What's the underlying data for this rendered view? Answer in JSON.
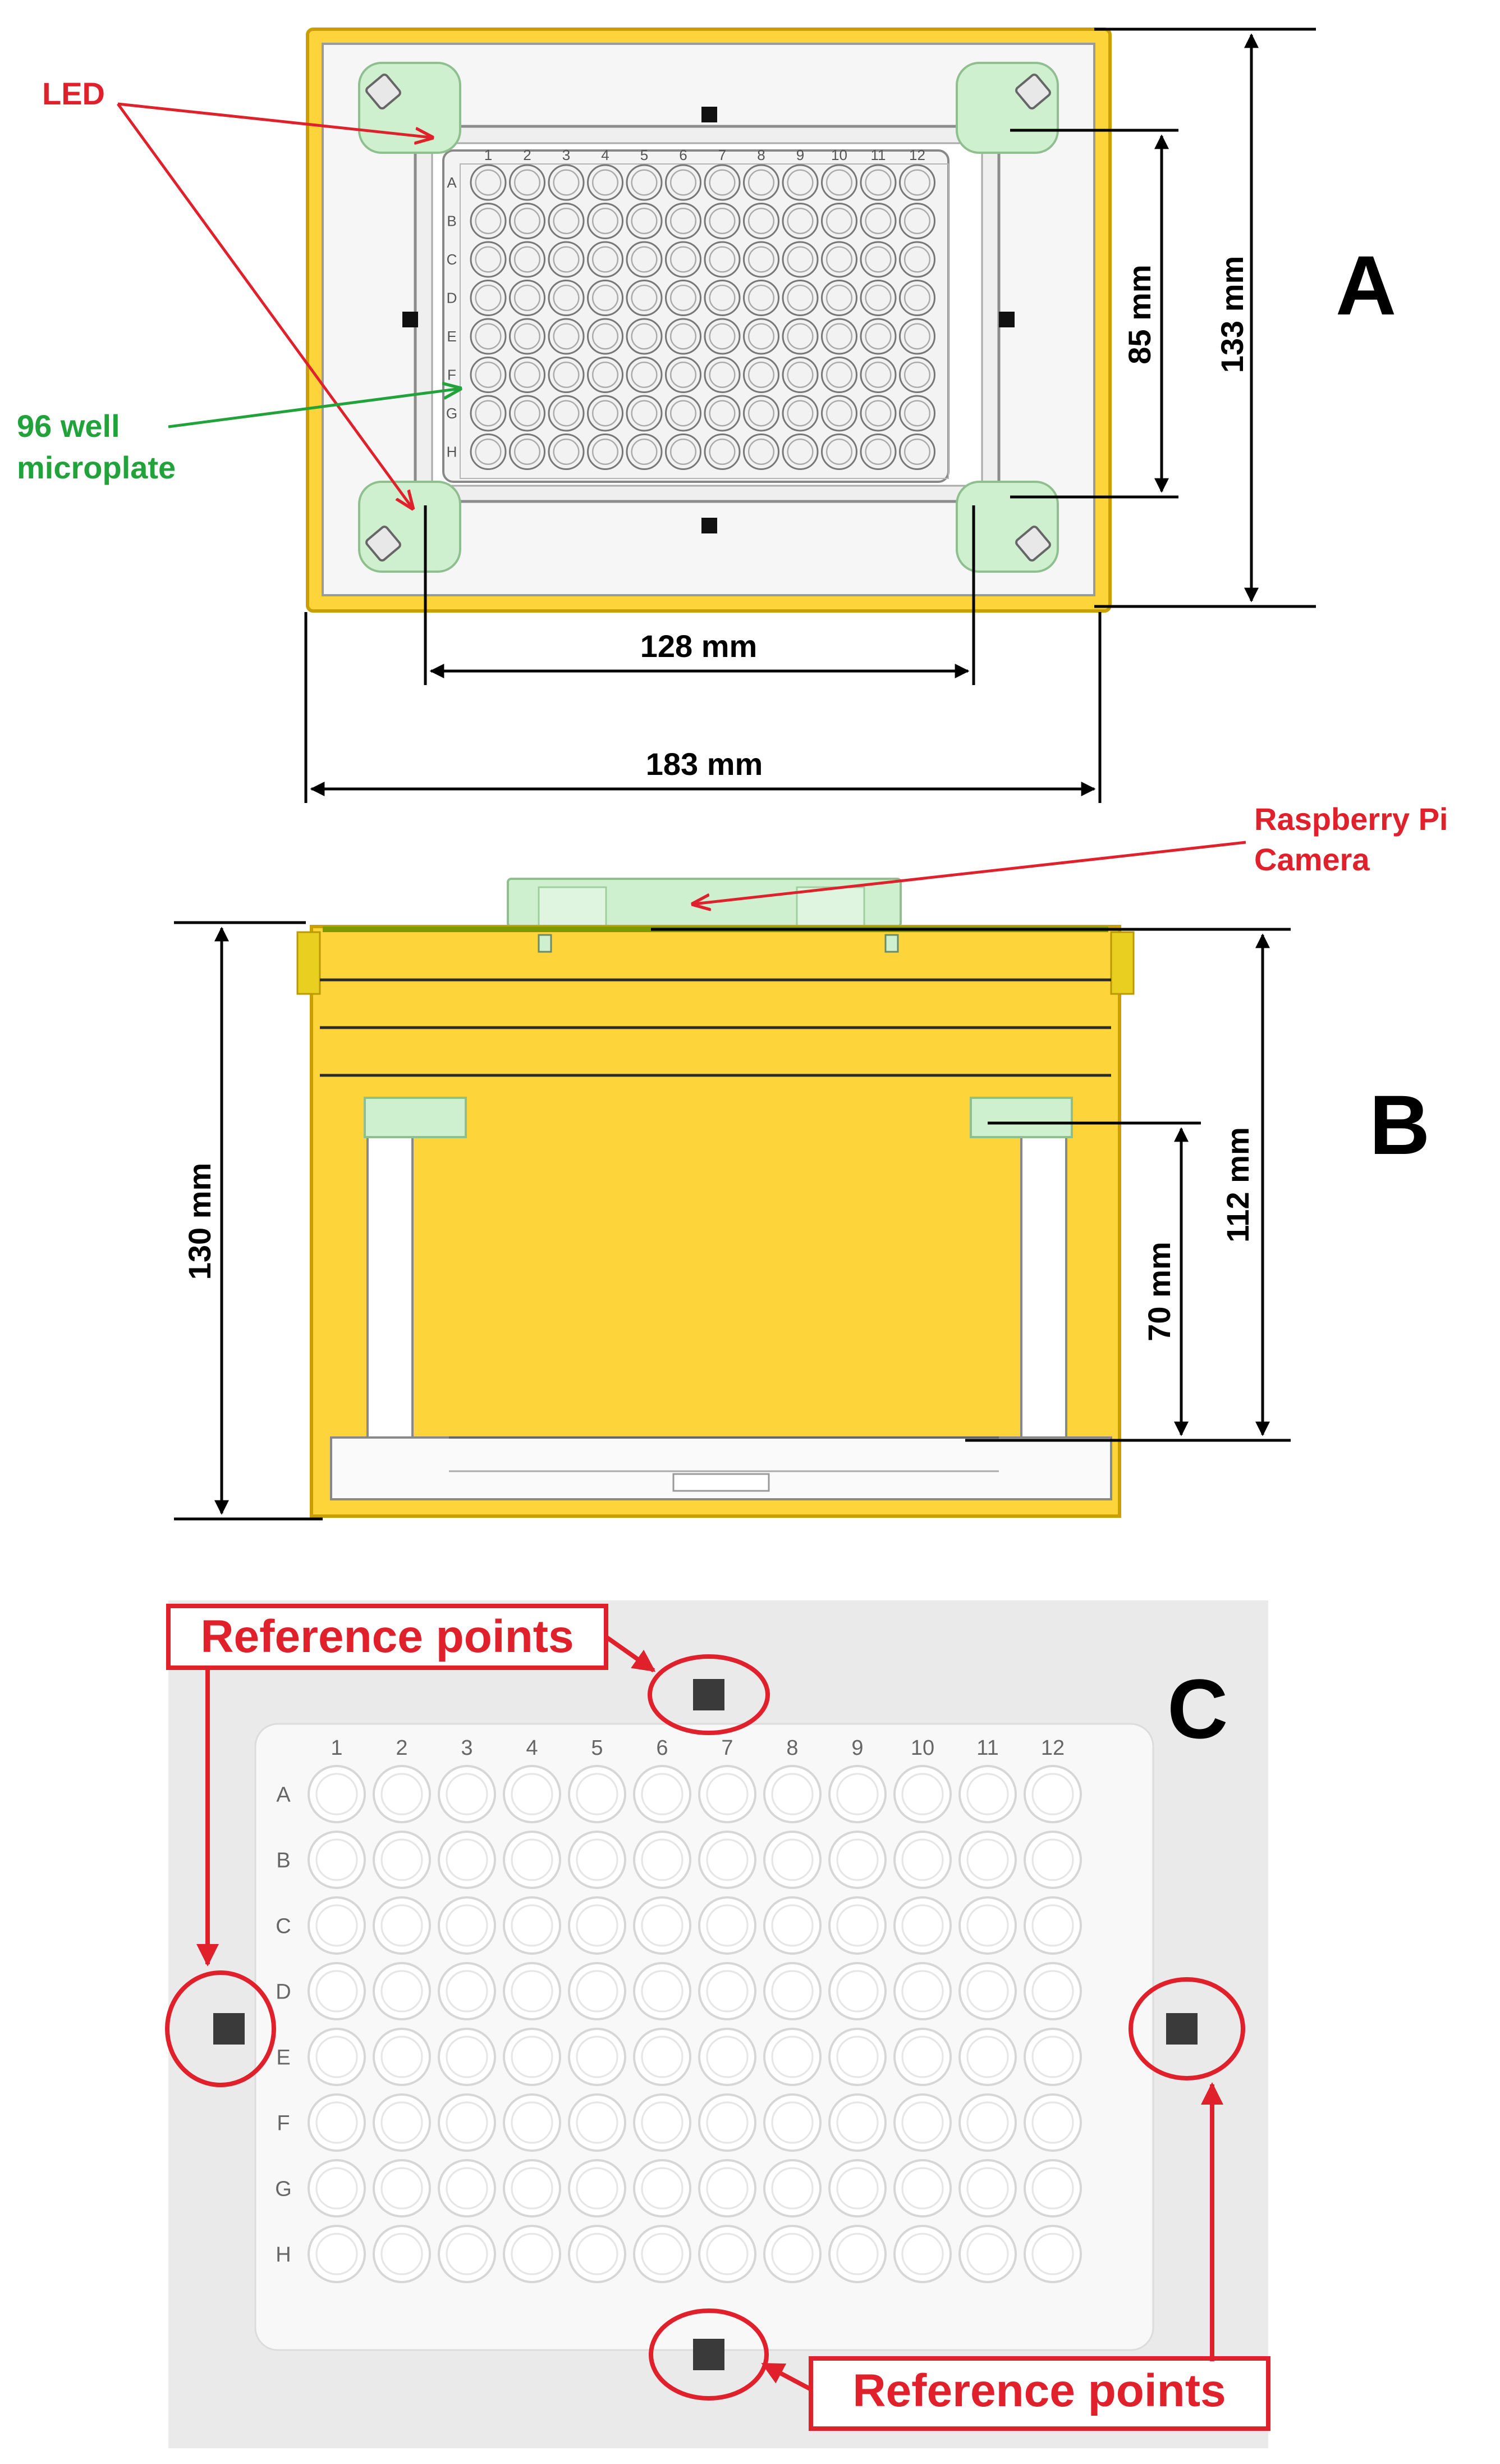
{
  "panel_a": {
    "letter": "A",
    "led_label": "LED",
    "plate_label_line1": "96 well",
    "plate_label_line2": "microplate",
    "dim_128": "128 mm",
    "dim_183": "183 mm",
    "dim_85": "85 mm",
    "dim_133": "133 mm"
  },
  "panel_b": {
    "letter": "B",
    "camera_label_line1": "Raspberry Pi",
    "camera_label_line2": "Camera",
    "dim_130": "130 mm",
    "dim_112": "112 mm",
    "dim_70": "70 mm"
  },
  "panel_c": {
    "letter": "C",
    "ref_label_top": "Reference points",
    "ref_label_bottom": "Reference points"
  },
  "plate": {
    "columns": [
      "1",
      "2",
      "3",
      "4",
      "5",
      "6",
      "7",
      "8",
      "9",
      "10",
      "11",
      "12"
    ],
    "rows": [
      "A",
      "B",
      "C",
      "D",
      "E",
      "F",
      "G",
      "H"
    ]
  },
  "colors": {
    "yellow": "#FDD53A",
    "yellow_edge": "#D7A800",
    "led_green": "#CFF0CF",
    "annot_red": "#E0202B",
    "annot_green": "#22A23A"
  }
}
